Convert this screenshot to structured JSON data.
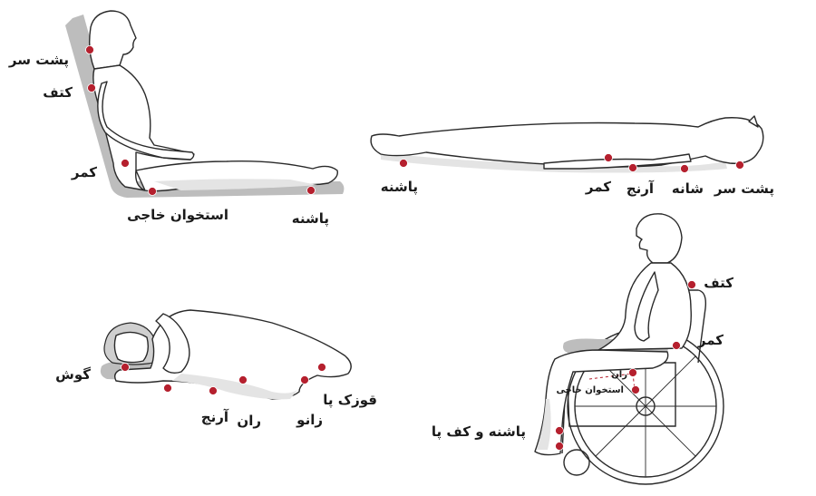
{
  "colors": {
    "pressure_point": "#b5202e",
    "support": "#bdbdbd",
    "outline": "#2a2a2a",
    "shade": "#e4e4e4"
  },
  "figures": {
    "reclining": {
      "labels": {
        "occiput": "پشت سر",
        "shoulder": "کتف",
        "lower_back": "کمر",
        "sacrum": "استخوان خاجی",
        "heel": "پاشنه"
      }
    },
    "supine": {
      "labels": {
        "heel": "پاشنه",
        "lower_back": "کمر",
        "elbow": "آرنج",
        "shoulder_blade": "شانه",
        "occiput": "پشت سر"
      }
    },
    "side_lying": {
      "labels": {
        "ear": "گوش",
        "elbow": "آرنج",
        "thigh": "ران",
        "knee": "زانو",
        "ankle": "قوزک پا"
      }
    },
    "wheelchair": {
      "labels": {
        "shoulder": "کتف",
        "lower_back": "کمر",
        "thigh": "ران",
        "sacrum": "استخوان خاجی",
        "heel_foot": "پاشنه و کف پا"
      }
    }
  }
}
